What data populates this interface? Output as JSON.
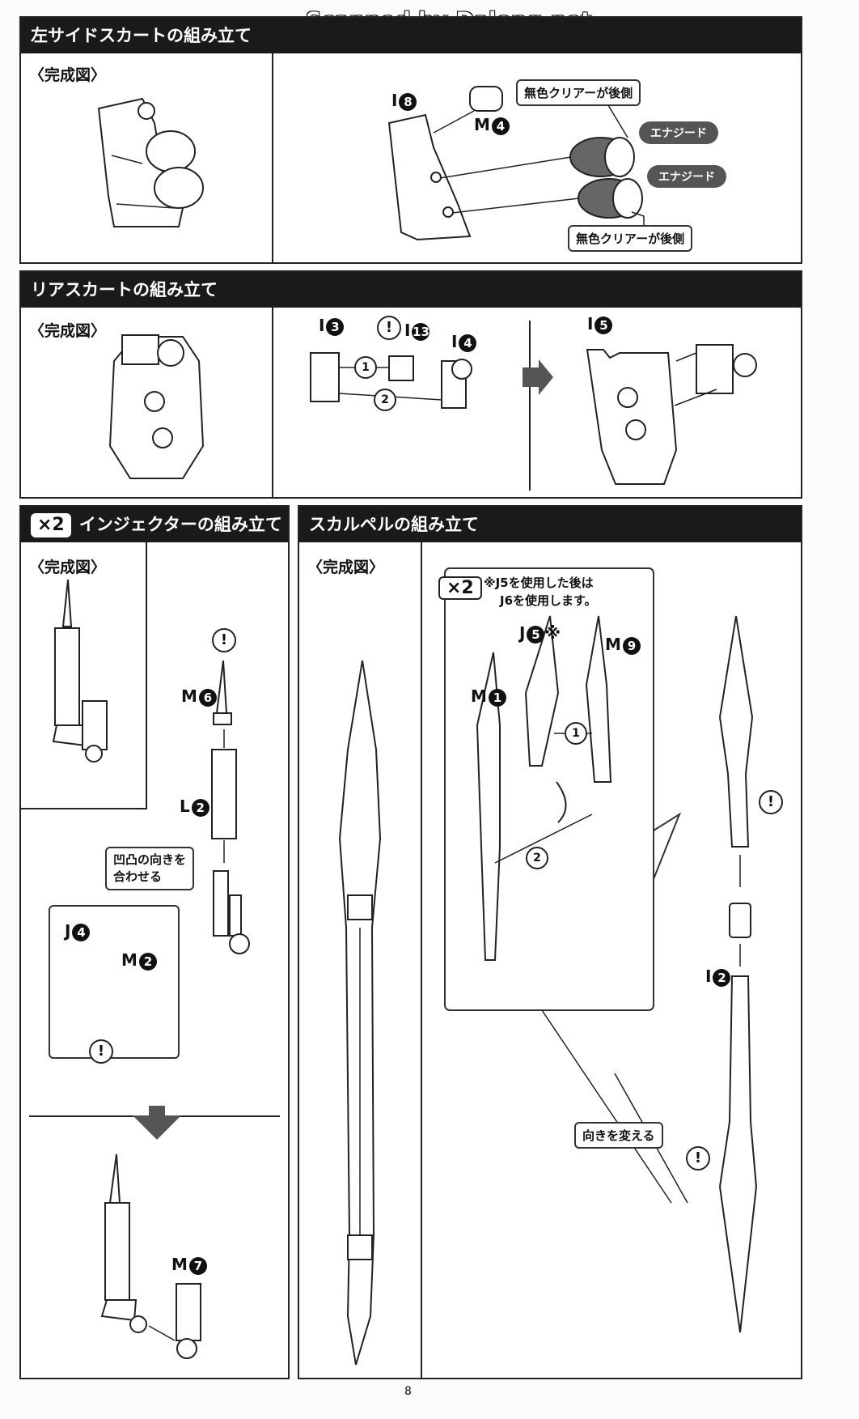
{
  "watermark": "Scanned by Dalong.net",
  "page_number": "8",
  "completed_label": "〈完成図〉",
  "warning_mark": "!",
  "sections": {
    "left_side_skirt": {
      "title": "左サイドスカートの組み立て",
      "parts": {
        "i8_prefix": "I",
        "i8_num": "8",
        "m4_prefix": "M",
        "m4_num": "4"
      },
      "callout_top": "無色クリアーが後側",
      "callout_bottom": "無色クリアーが後側",
      "energy_1": "エナジード",
      "energy_2": "エナジード"
    },
    "rear_skirt": {
      "title": "リアスカートの組み立て",
      "parts": {
        "i3_prefix": "I",
        "i3_num": "3",
        "i13_prefix": "I",
        "i13_num": "13",
        "i4_prefix": "I",
        "i4_num": "4",
        "i5_prefix": "I",
        "i5_num": "5"
      },
      "step_1": "1",
      "step_2": "2"
    },
    "injector": {
      "multiplier": "×2",
      "title": "インジェクターの組み立て",
      "parts": {
        "m6_prefix": "M",
        "m6_num": "6",
        "l2_prefix": "L",
        "l2_num": "2",
        "j4_prefix": "J",
        "j4_num": "4",
        "m2_prefix": "M",
        "m2_num": "2",
        "m7_prefix": "M",
        "m7_num": "7"
      },
      "callout": "凹凸の向きを\n合わせる"
    },
    "scalpel": {
      "title": "スカルペルの組み立て",
      "multiplier": "×2",
      "note_line1": "※J5を使用した後は",
      "note_line2": "J6を使用します。",
      "parts": {
        "j5_prefix": "J",
        "j5_num": "5",
        "j5_suffix": "※",
        "m9_prefix": "M",
        "m9_num": "9",
        "m1_prefix": "M",
        "m1_num": "1",
        "i2_prefix": "I",
        "i2_num": "2"
      },
      "step_1": "1",
      "step_2": "2",
      "callout": "向きを変える"
    }
  }
}
